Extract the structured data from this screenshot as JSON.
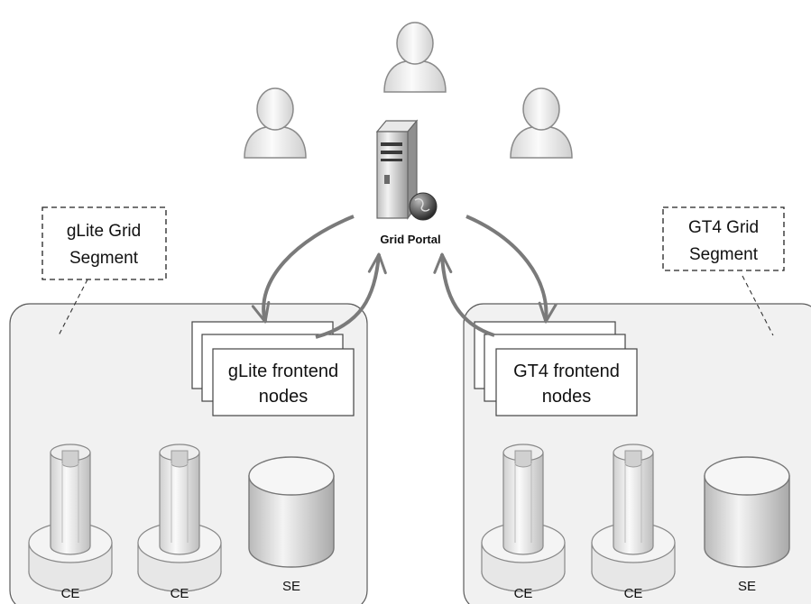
{
  "portal": {
    "label": "Grid Portal"
  },
  "segments": {
    "glite": {
      "callout_line1": "gLite Grid",
      "callout_line2": "Segment",
      "frontend_line1": "gLite frontend",
      "frontend_line2": "nodes",
      "resources": [
        {
          "type": "compute-element",
          "label": "CE"
        },
        {
          "type": "compute-element",
          "label": "CE"
        },
        {
          "type": "storage-element",
          "label": "SE"
        }
      ]
    },
    "gt4": {
      "callout_line1": "GT4 Grid",
      "callout_line2": "Segment",
      "frontend_line1": "GT4 frontend",
      "frontend_line2": "nodes",
      "resources": [
        {
          "type": "compute-element",
          "label": "CE"
        },
        {
          "type": "compute-element",
          "label": "CE"
        },
        {
          "type": "storage-element",
          "label": "SE"
        }
      ]
    }
  },
  "users": [
    {
      "icon": "user-icon"
    },
    {
      "icon": "user-icon"
    },
    {
      "icon": "user-icon"
    }
  ]
}
